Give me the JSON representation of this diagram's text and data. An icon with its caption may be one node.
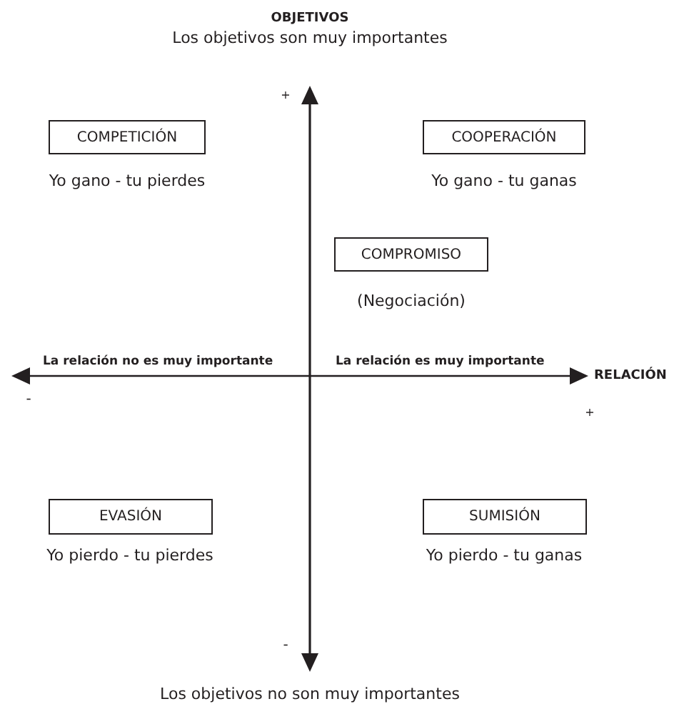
{
  "diagram": {
    "nodes": [
      {
        "text": [
          "COMPETICIÓN"
        ],
        "beside": [
          "Yo gano - tu pierdes"
        ]
      },
      {
        "text": [
          "COOPERACIÓN"
        ],
        "beside": [
          "Yo gano - tu ganas"
        ]
      },
      {
        "text": [
          "COMPROMISO"
        ],
        "beside": [
          "(Negociación)"
        ]
      },
      {
        "text": [
          "EVASIÓN"
        ],
        "beside": [
          "Yo pierdo - tu pierdes"
        ]
      },
      {
        "text": [
          "SUMISIÓN"
        ],
        "beside": [
          "Yo pierdo - tu ganas"
        ]
      }
    ],
    "labels": [
      "OBJETIVOS",
      "Los objetivos son muy importantes",
      "+",
      "La relación no es muy importante",
      "La relación es muy importante",
      "RELACIÓN",
      "-",
      "+",
      "-",
      "Los objetivos no son muy importantes"
    ]
  }
}
